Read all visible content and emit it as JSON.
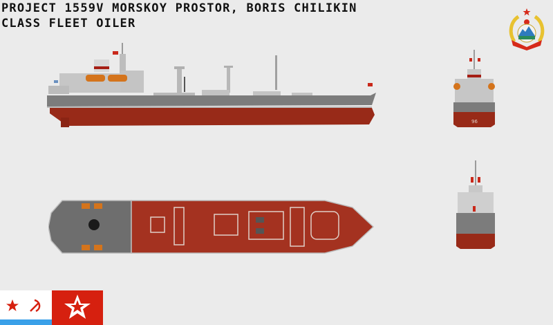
{
  "title": {
    "line1": "Project 1559V Morskoy Prostor, Boris Chilikin",
    "line2": "Class Fleet Oiler"
  },
  "views": {
    "side_profile": {
      "label": "side-profile-view"
    },
    "top_down": {
      "label": "top-down-deck-view"
    },
    "stern": {
      "label": "stern-view",
      "hull_marking": "96"
    },
    "bow": {
      "label": "bow-view"
    }
  },
  "emblem": {
    "name": "state-coat-of-arms"
  },
  "flags": [
    {
      "name": "soviet-naval-ensign"
    },
    {
      "name": "soviet-naval-jack"
    }
  ],
  "colors": {
    "background": "#ebebeb",
    "hull_red": "#9b2a18",
    "hull_grey": "#7d7d7d",
    "superstructure": "#c8c8c8",
    "deck_red": "#a8321e",
    "lifeboat_orange": "#d9731a",
    "flag_red": "#d6200f",
    "flag_blue": "#3aa0e8"
  }
}
